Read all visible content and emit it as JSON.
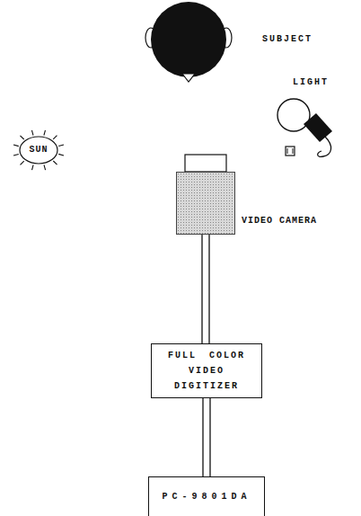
{
  "diagram": {
    "nodes": [
      {
        "text": [
          "SUN"
        ]
      },
      {
        "text": [
          "VIDEO CAMERA"
        ]
      },
      {
        "text": [
          "FULL COLOR VIDEO DIGITIZER"
        ]
      },
      {
        "text": [
          "PC-9801DA"
        ]
      }
    ],
    "edges": [
      {
        "from": 1,
        "to": 2,
        "arrow": "none"
      },
      {
        "from": 2,
        "to": 3,
        "arrow": "none"
      }
    ],
    "labels": [
      "SUBJECT",
      "LIGHT"
    ]
  }
}
